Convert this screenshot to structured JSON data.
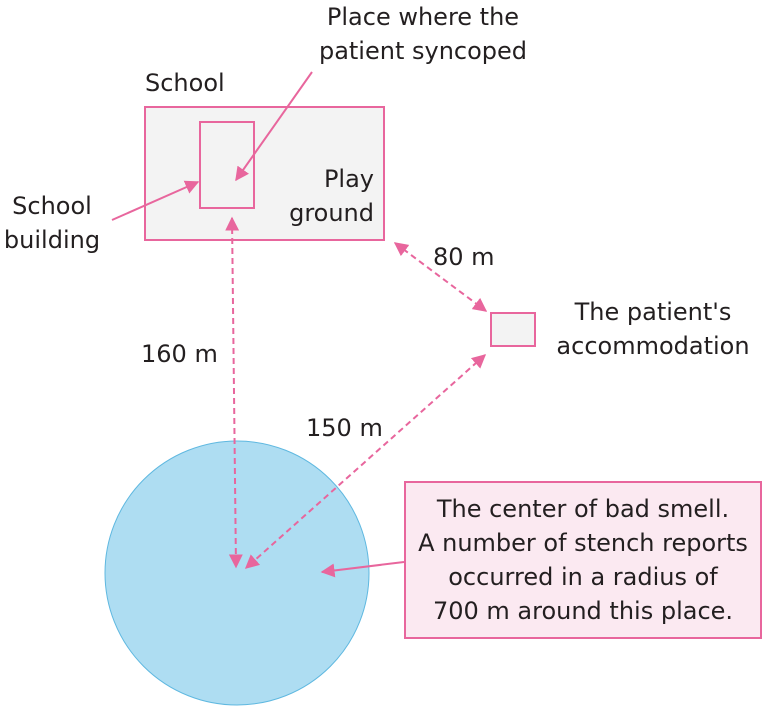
{
  "labels": {
    "school": "School",
    "syncope_place": [
      "Place where the",
      "patient syncoped"
    ],
    "school_building": [
      "School",
      "building"
    ],
    "playground": [
      "Play",
      "ground"
    ],
    "accommodation": [
      "The patient's",
      "accommodation"
    ],
    "dist_80": "80 m",
    "dist_160": "160 m",
    "dist_150": "150 m"
  },
  "callout": [
    "The center of bad smell.",
    "A number of stench reports",
    "occurred in a radius of",
    "700 m around this place."
  ],
  "colors": {
    "accent": "#e8669d",
    "box_fill": "#f3f3f3",
    "circle_fill": "#aeddf2",
    "callout_fill": "#fbe9f1",
    "text": "#231f20"
  }
}
